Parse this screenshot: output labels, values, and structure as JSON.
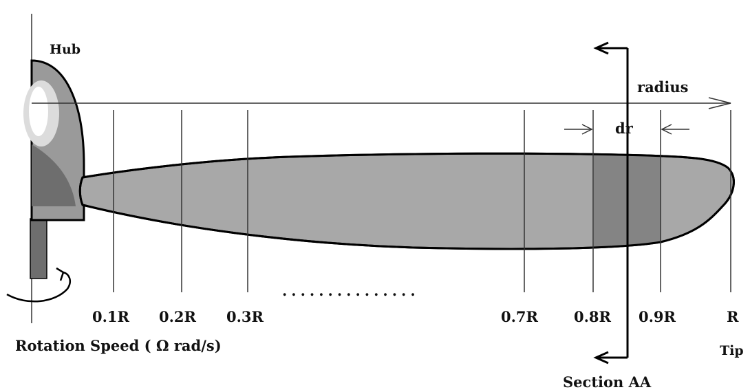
{
  "labels": {
    "hub": "Hub",
    "radius": "radius",
    "dr": "dr",
    "rotation_speed": "Rotation Speed ( Ω rad/s)",
    "section": "Section AA",
    "tip": "Tip",
    "ellipsis": "..............."
  },
  "stations": [
    "0.1R",
    "0.2R",
    "0.3R",
    "0.7R",
    "0.8R",
    "0.9R",
    "R"
  ],
  "colors": {
    "blade_fill": "#a8a8a8",
    "section_fill": "#848484",
    "hub_fill": "#9a9a9a",
    "hub_dark": "#6e6e6e",
    "hub_highlight": "#ffffff",
    "outline": "#000000"
  }
}
